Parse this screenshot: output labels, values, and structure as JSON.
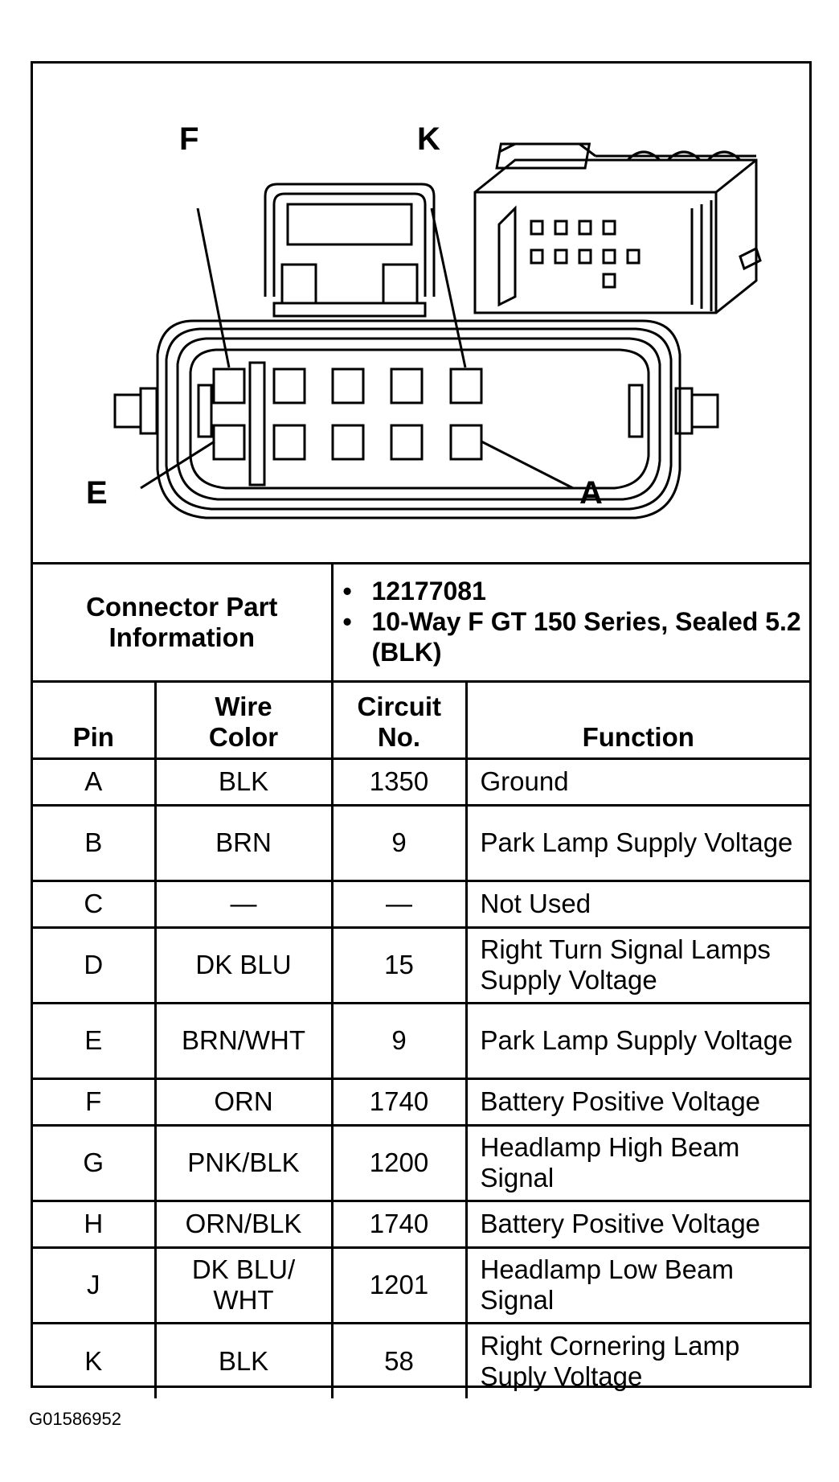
{
  "callouts": {
    "f": "F",
    "k": "K",
    "e": "E",
    "a": "A"
  },
  "connector_info": {
    "label": "Connector Part Information",
    "items": [
      "12177081",
      "10-Way F GT 150 Series, Sealed 5.2 (BLK)"
    ]
  },
  "columns": {
    "pin": "Pin",
    "wire_color": "Wire Color",
    "circuit_no": "Circuit No.",
    "function": "Function"
  },
  "rows": [
    {
      "pin": "A",
      "wire_color": "BLK",
      "circuit": "1350",
      "function": "Ground"
    },
    {
      "pin": "B",
      "wire_color": "BRN",
      "circuit": "9",
      "function": "Park Lamp Supply Voltage"
    },
    {
      "pin": "C",
      "wire_color": "—",
      "circuit": "—",
      "function": "Not Used"
    },
    {
      "pin": "D",
      "wire_color": "DK BLU",
      "circuit": "15",
      "function": "Right Turn Signal Lamps Supply Voltage"
    },
    {
      "pin": "E",
      "wire_color": "BRN/WHT",
      "circuit": "9",
      "function": "Park Lamp Supply Voltage"
    },
    {
      "pin": "F",
      "wire_color": "ORN",
      "circuit": "1740",
      "function": "Battery Positive Voltage"
    },
    {
      "pin": "G",
      "wire_color": "PNK/BLK",
      "circuit": "1200",
      "function": "Headlamp High Beam Signal"
    },
    {
      "pin": "H",
      "wire_color": "ORN/BLK",
      "circuit": "1740",
      "function": "Battery Positive Voltage"
    },
    {
      "pin": "J",
      "wire_color": "DK BLU/ WHT",
      "circuit": "1201",
      "function": "Headlamp Low Beam Signal"
    },
    {
      "pin": "K",
      "wire_color": "BLK",
      "circuit": "58",
      "function": "Right Cornering Lamp Suply Voltage"
    }
  ],
  "figure_id": "G01586952"
}
